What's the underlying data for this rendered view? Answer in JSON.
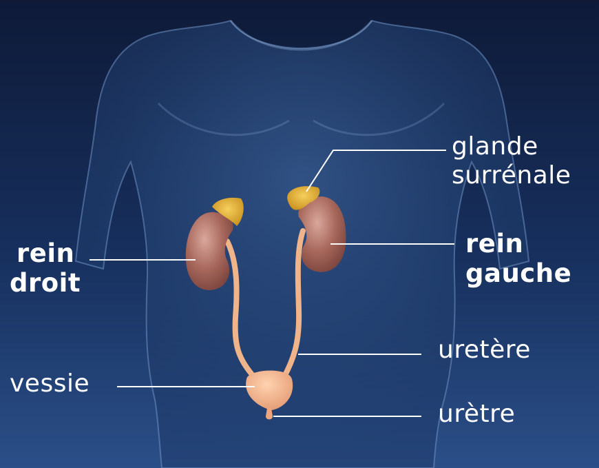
{
  "labels": {
    "glande_surrenale": {
      "line1": "glande",
      "line2": "surrénale"
    },
    "rein_droit": {
      "line1": "rein",
      "line2": "droit"
    },
    "rein_gauche": {
      "line1": "rein",
      "line2": "gauche"
    },
    "uretere": "uretère",
    "vessie": "vessie",
    "uretre": "urètre"
  },
  "colors": {
    "background_top": "#0f1b3a",
    "background_bottom": "#2a4e86",
    "label_text": "#ffffff",
    "leader_line": "#ffffff",
    "kidney": "#a2685e",
    "adrenal": "#e0ac2a",
    "ureter": "#f0b48a",
    "bladder": "#f4b590"
  }
}
